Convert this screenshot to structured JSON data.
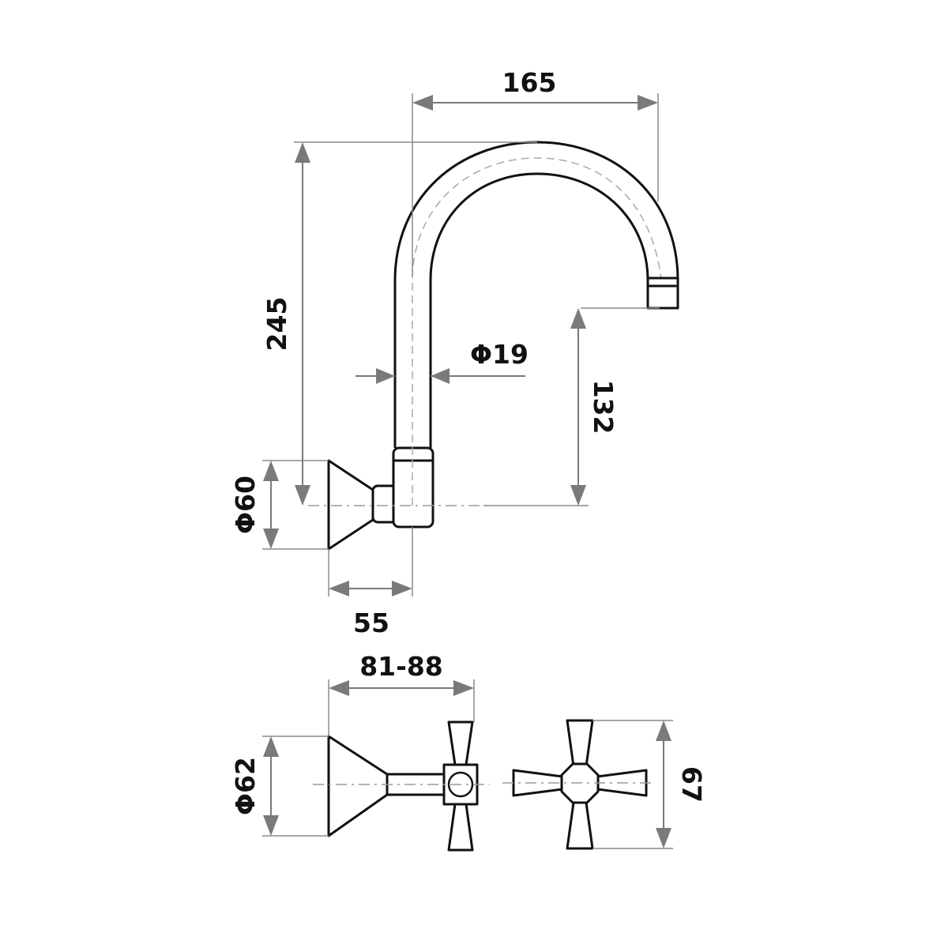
{
  "dimensions": {
    "spout_reach": "165",
    "total_height": "245",
    "pipe_diameter": "Φ19",
    "outlet_height": "132",
    "flange_diameter_top": "Φ60",
    "wall_projection": "55",
    "handle_projection": "81-88",
    "flange_diameter_bottom": "Φ62",
    "handle_span": "67"
  },
  "colors": {
    "outline": "#111111",
    "dimension": "#7a7a7a",
    "background": "#ffffff"
  }
}
